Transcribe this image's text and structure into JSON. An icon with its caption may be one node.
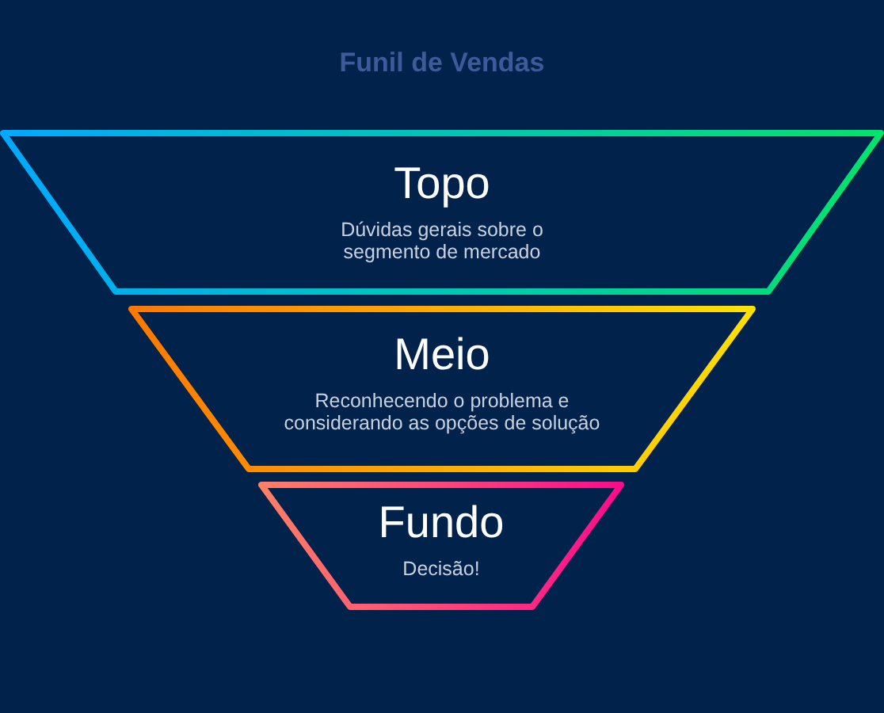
{
  "diagram": {
    "title": "Funil de Vendas",
    "nodes": [
      {
        "text": [
          "Topo",
          "Dúvidas gerais sobre o segmento de mercado"
        ]
      },
      {
        "text": [
          "Meio",
          "Reconhecendo o problema e considerando as opções de solução"
        ]
      },
      {
        "text": [
          "Fundo",
          "Decisão!"
        ]
      }
    ]
  }
}
